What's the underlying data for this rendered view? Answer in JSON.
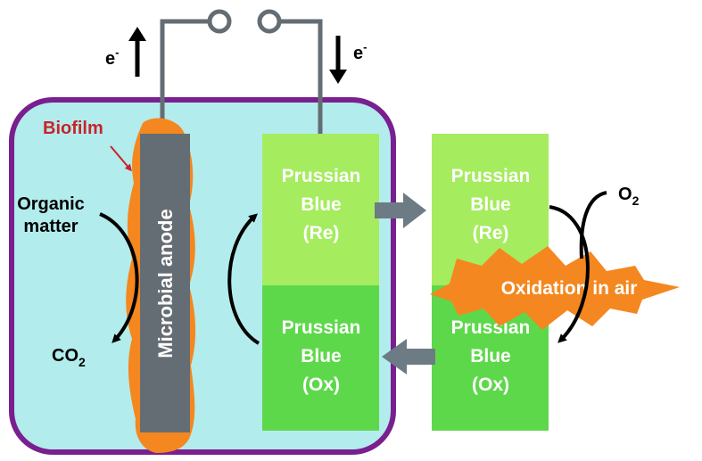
{
  "electrons": {
    "left_symbol": "e",
    "left_sup": "-",
    "right_symbol": "e",
    "right_sup": "-"
  },
  "biofilm_label": "Biofilm",
  "organic_matter": {
    "line1": "Organic",
    "line2": "matter"
  },
  "co2": {
    "main": "CO",
    "sub": "2"
  },
  "anode_label": "Microbial anode",
  "cell_reduced": {
    "line1": "Prussian",
    "line2": "Blue",
    "line3": "(Re)"
  },
  "cell_oxidized": {
    "line1": "Prussian",
    "line2": "Blue",
    "line3": "(Ox)"
  },
  "outside_reduced": {
    "line1": "Prussian",
    "line2": "Blue",
    "line3": "(Re)"
  },
  "outside_oxidized": {
    "line1": "Prussian",
    "line2": "Blue",
    "line3": "(Ox)"
  },
  "o2": {
    "main": "O",
    "sub": "2"
  },
  "oxidation_label": "Oxidation in air",
  "colors": {
    "chamber_fill": "#b3ecec",
    "chamber_border": "#7a1f8f",
    "anode": "#646d73",
    "biofilm": "#f4871f",
    "pb_reduced": "#a5ec5f",
    "pb_oxidized": "#5ed84b",
    "arrow_gray": "#6d7b85",
    "biofilm_text": "#c8232b"
  }
}
